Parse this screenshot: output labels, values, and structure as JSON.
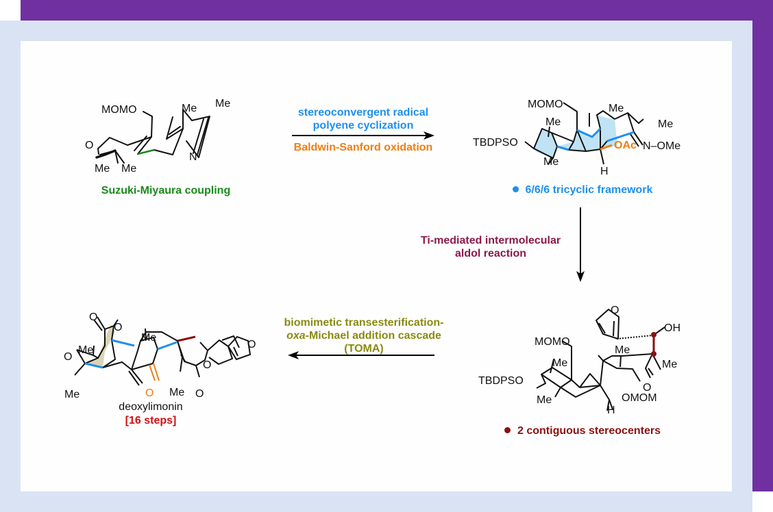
{
  "colors": {
    "frame_purple": "#7030a0",
    "frame_light": "#dae3f3",
    "suzuki_green": "#1a8a1a",
    "cyclization_blue": "#1e8ff0",
    "oxidation_orange": "#f07e14",
    "aldol_maroon": "#8b1a4a",
    "stereocenter_red": "#8b1010",
    "toma_olive": "#8a8a10",
    "steps_red": "#d01010",
    "ring_fill_blue": "#bfe3f5",
    "ring_fill_tan": "#d8d4b4"
  },
  "compound_1": {
    "labels": {
      "momo": "MOMO",
      "me_top1": "Me",
      "me_top2": "Me",
      "o": "O",
      "me_bottom1": "Me",
      "me_bottom2": "Me",
      "n": "N"
    },
    "caption": "Suzuki-Miyaura coupling"
  },
  "step_1": {
    "label_top_line1": "stereoconvergent radical",
    "label_top_line2": "polyene cyclization",
    "label_bottom": "Baldwin-Sanford oxidation"
  },
  "compound_2": {
    "labels": {
      "momo": "MOMO",
      "tbdpso": "TBDPSO",
      "me1": "Me",
      "me2": "Me",
      "me3": "Me",
      "me4": "Me",
      "oac": "OAc",
      "n_ome": "N–OMe",
      "h": "H"
    },
    "caption": "6/6/6 tricyclic framework"
  },
  "step_2": {
    "label_line1": "Ti-mediated intermolecular",
    "label_line2": "aldol reaction"
  },
  "compound_3": {
    "labels": {
      "o_furan": "O",
      "oh": "OH",
      "momo": "MOMO",
      "tbdpso": "TBDPSO",
      "me1": "Me",
      "me2": "Me",
      "me3": "Me",
      "me4": "Me",
      "o_ketone": "O",
      "omom": "OMOM",
      "h": "H"
    },
    "caption": "2 contiguous stereocenters"
  },
  "step_3": {
    "label_line1": "biomimetic transesterification-",
    "label_line2_italic": "oxa",
    "label_line2_rest": "-Michael addition cascade",
    "label_line3": "(TOMA)"
  },
  "compound_4": {
    "labels": {
      "o1": "O",
      "o2": "O",
      "o_epox": "O",
      "me1": "Me",
      "me2": "Me",
      "me3": "Me",
      "me4": "Me",
      "o_ketone": "O",
      "o_lactone": "O",
      "o_carbonyl": "O",
      "o_furan": "O"
    },
    "name": "deoxylimonin",
    "steps": "[16 steps]"
  }
}
